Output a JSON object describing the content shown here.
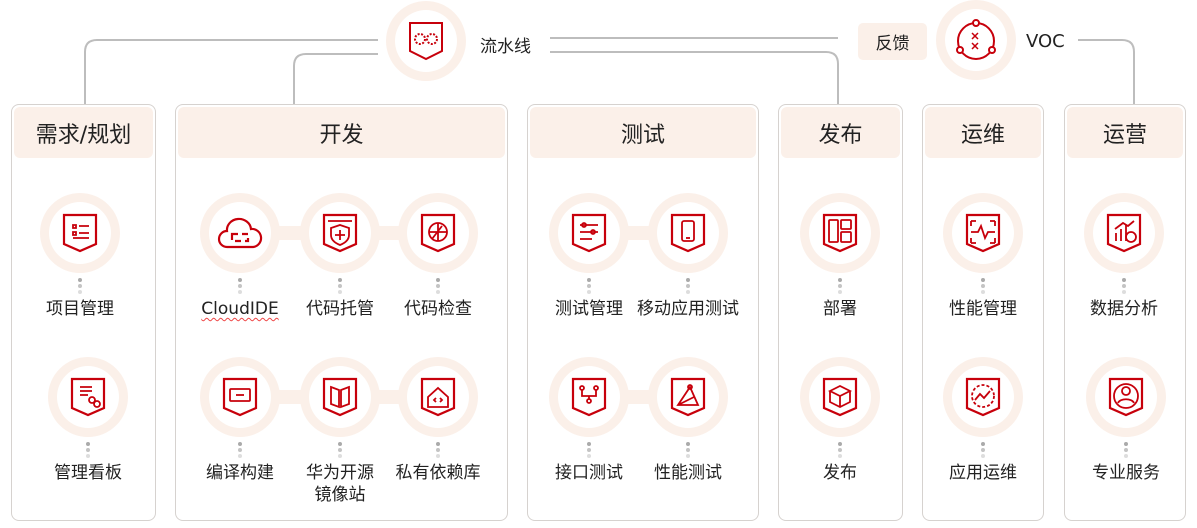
{
  "top": {
    "pipeline": "流水线",
    "feedback": "反馈",
    "voc": "VOC"
  },
  "accent": "#c7000b",
  "columns": [
    {
      "title": "需求/规划",
      "items": [
        {
          "label": "项目管理",
          "icon": "project-list-icon"
        },
        {
          "label": "管理看板",
          "icon": "kanban-icon"
        }
      ]
    },
    {
      "title": "开发",
      "items": [
        {
          "label": "CloudIDE",
          "icon": "cloud-ide-icon"
        },
        {
          "label": "代码托管",
          "icon": "code-hosting-shield-icon"
        },
        {
          "label": "代码检查",
          "icon": "code-check-radar-icon"
        },
        {
          "label": "编译构建",
          "icon": "build-icon"
        },
        {
          "label": "华为开源\n镜像站",
          "icon": "mirror-book-icon"
        },
        {
          "label": "私有依赖库",
          "icon": "private-repo-house-icon"
        }
      ]
    },
    {
      "title": "测试",
      "items": [
        {
          "label": "测试管理",
          "icon": "test-management-icon"
        },
        {
          "label": "移动应用测试",
          "icon": "mobile-test-icon"
        },
        {
          "label": "接口测试",
          "icon": "api-test-icon"
        },
        {
          "label": "性能测试",
          "icon": "performance-test-icon"
        }
      ]
    },
    {
      "title": "发布",
      "items": [
        {
          "label": "部署",
          "icon": "deploy-icon"
        },
        {
          "label": "发布",
          "icon": "release-box-icon"
        }
      ]
    },
    {
      "title": "运维",
      "items": [
        {
          "label": "性能管理",
          "icon": "performance-monitor-icon"
        },
        {
          "label": "应用运维",
          "icon": "app-ops-icon"
        }
      ]
    },
    {
      "title": "运营",
      "items": [
        {
          "label": "数据分析",
          "icon": "data-analysis-icon"
        },
        {
          "label": "专业服务",
          "icon": "professional-service-icon"
        }
      ]
    }
  ]
}
